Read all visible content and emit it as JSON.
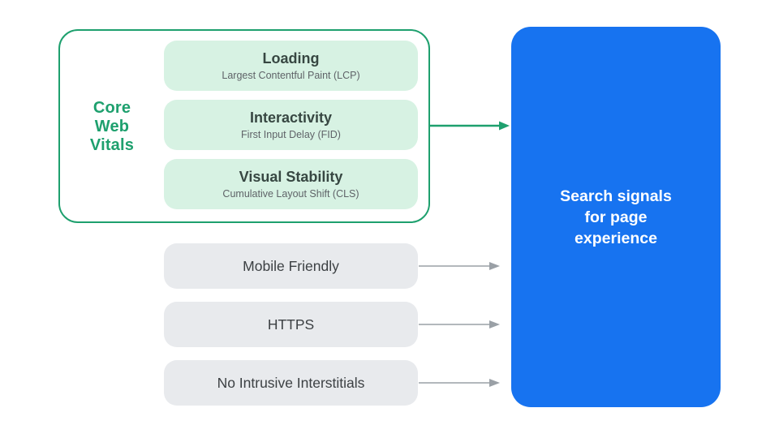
{
  "colors": {
    "green": "#1ea06e",
    "green_light": "#d7f2e3",
    "blue": "#1773f0",
    "gray_card": "#e8eaed",
    "text_dark": "#3c4043",
    "text_subtitle": "#5f6368",
    "arrow_gray": "#9aa0a6",
    "white": "#ffffff"
  },
  "core_web_vitals": {
    "label_lines": [
      "Core",
      "Web",
      "Vitals"
    ],
    "items": [
      {
        "title": "Loading",
        "subtitle": "Largest Contentful Paint (LCP)"
      },
      {
        "title": "Interactivity",
        "subtitle": "First Input Delay (FID)"
      },
      {
        "title": "Visual Stability",
        "subtitle": "Cumulative Layout Shift (CLS)"
      }
    ]
  },
  "other_signals": [
    {
      "label": "Mobile Friendly"
    },
    {
      "label": "HTTPS"
    },
    {
      "label": "No Intrusive Interstitials"
    }
  ],
  "result": {
    "label_lines": [
      "Search signals",
      "for page",
      "experience"
    ]
  }
}
